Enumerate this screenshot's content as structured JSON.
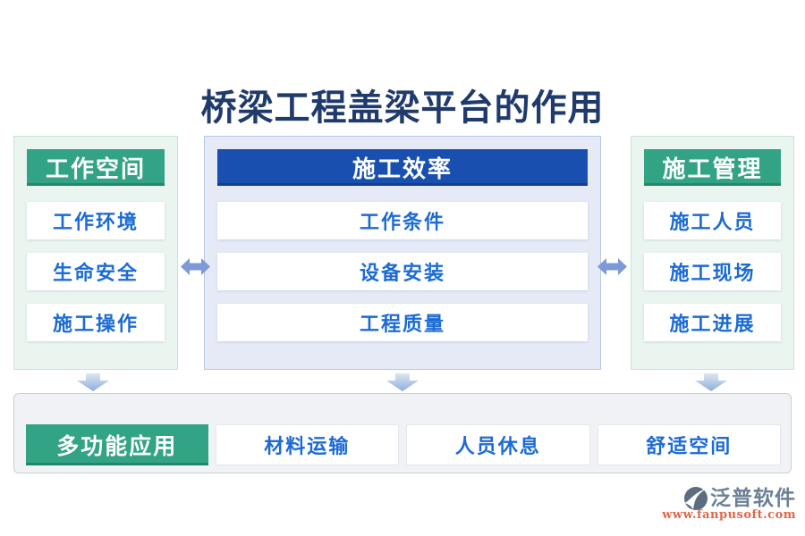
{
  "title": "桥梁工程盖梁平台的作用",
  "columns": [
    {
      "header": "工作空间",
      "items": [
        "工作环境",
        "生命安全",
        "施工操作"
      ]
    },
    {
      "header": "施工效率",
      "items": [
        "工作条件",
        "设备安装",
        "工程质量"
      ]
    },
    {
      "header": "施工管理",
      "items": [
        "施工人员",
        "施工现场",
        "施工进展"
      ]
    }
  ],
  "bottom_row": {
    "header": "多功能应用",
    "items": [
      "材料运输",
      "人员休息",
      "舒适空间"
    ]
  },
  "watermark": {
    "brand": "泛普软件",
    "url": "www.fanpusoft.com"
  },
  "colors": {
    "green_accent": "#33A385",
    "blue_header": "#1950B0",
    "item_text_blue": "#1C6BD4",
    "title_navy": "#1F3A6B",
    "arrow_blue": "#7E99D6",
    "mint_panel": "#EAF5F0",
    "blue_panel": "#E5EAF6",
    "bottom_panel_gray": "#F1F2F5",
    "url_orange": "#E0664A",
    "brand_gray_blue": "#6C8095"
  }
}
